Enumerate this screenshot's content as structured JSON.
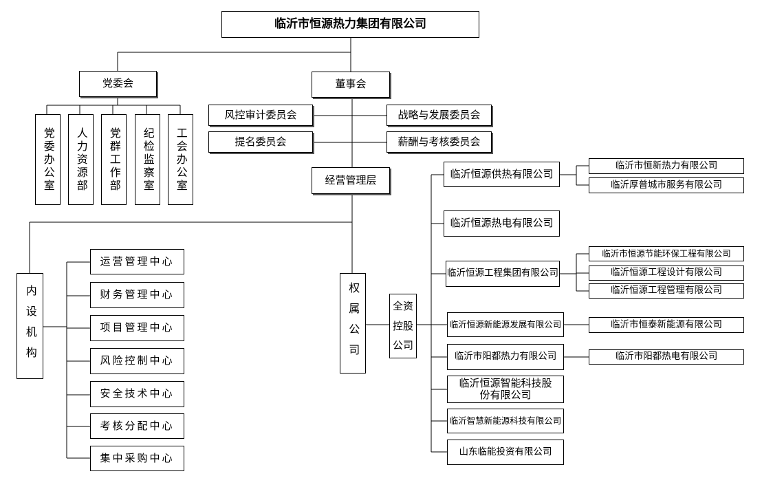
{
  "company": "临沂市恒源热力集团有限公司",
  "party_committee": {
    "label": "党委会",
    "departments": [
      "党委办公室",
      "人力资源部",
      "党群工作部",
      "纪检监察室",
      "工会办公室"
    ]
  },
  "board": {
    "label": "董事会",
    "committees_left": [
      "风控审计委员会",
      "提名委员会"
    ],
    "committees_right": [
      "战略与发展委员会",
      "薪酬与考核委员会"
    ]
  },
  "management": "经营管理层",
  "internal": {
    "label": "内设机构",
    "centers": [
      "运营管理中心",
      "财务管理中心",
      "项目管理中心",
      "风险控制中心",
      "安全技术中心",
      "考核分配中心",
      "集中采购中心"
    ]
  },
  "affiliated": {
    "label": "权属公司",
    "holding_label": "全资控股公司",
    "companies": [
      {
        "name": "临沂恒源供热有限公司",
        "subs": [
          "临沂市恒新热力有限公司",
          "临沂厚普城市服务有限公司"
        ]
      },
      {
        "name": "临沂恒源热电有限公司",
        "subs": []
      },
      {
        "name": "临沂恒源工程集团有限公司",
        "subs": [
          "临沂市恒源节能环保工程有限公司",
          "临沂恒源工程设计有限公司",
          "临沂恒源工程管理有限公司"
        ]
      },
      {
        "name": "临沂恒源新能源发展有限公司",
        "subs": [
          "临沂市恒泰新能源有限公司"
        ]
      },
      {
        "name": "临沂市阳都热力有限公司",
        "subs": [
          "临沂市阳都热电有限公司"
        ]
      },
      {
        "name": "临沂恒源智能科技股份有限公司",
        "subs": []
      },
      {
        "name": "临沂智慧新能源科技有限公司",
        "subs": []
      },
      {
        "name": "山东临能投资有限公司",
        "subs": []
      }
    ]
  }
}
